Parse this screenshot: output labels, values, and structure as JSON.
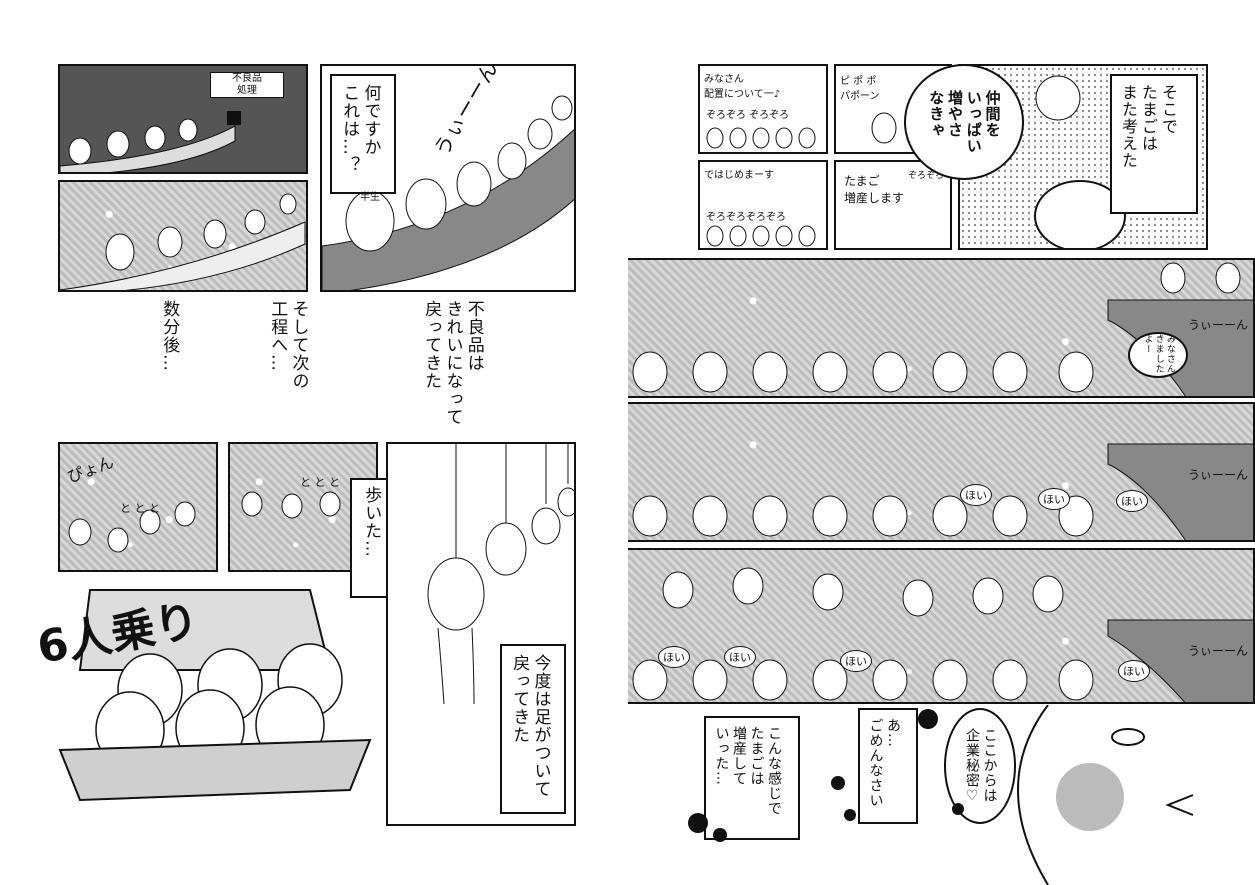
{
  "left_page": {
    "sign": "不良品\n処理",
    "caption_returned": "不良品は\nきれいになって\n戻ってきた",
    "caption_next": "そして次の\n工程へ…",
    "caption_minutes": "数分後…",
    "speech_what": "何ですか\nこれは…？",
    "label_half": "半生",
    "sfx_conveyor": "うぃーーん",
    "sfx_jump": "ぴょん",
    "sfx_steps": "と と と",
    "caption_walked": "歩いた…",
    "caption_legs": "今度は足がついて\n戻ってきた",
    "sfx_six": "6人乗り"
  },
  "right_page": {
    "caption_again": "そこで\nたまごは\nまた考えた",
    "speech_increase": "仲間を\nいっぱい\n増やさ\nなきゃ",
    "small_arrange": "みなさん\n配置について一♪",
    "sfx_zorozoro1": "ぞろぞろ ぞろぞろ",
    "sfx_pon": "ピ ポ ポ\nパポーン",
    "small_start": "ではじめまーす",
    "sfx_zorozoro2": "ぞろぞろぞろぞろ",
    "sfx_zorozoro3": "ぞろぞろ",
    "small_produce": "たまご\n増産します",
    "sfx_conveyor": "うぃーーん",
    "speech_came": "みなさん\nきましたよー",
    "speech_hai": "ほい",
    "caption_produce": "こんな感じで\nたまごは\n増産して\nいった…",
    "speech_sorry": "あ…\nごめんなさい",
    "speech_secret": "ここからは\n企業秘密♡"
  }
}
